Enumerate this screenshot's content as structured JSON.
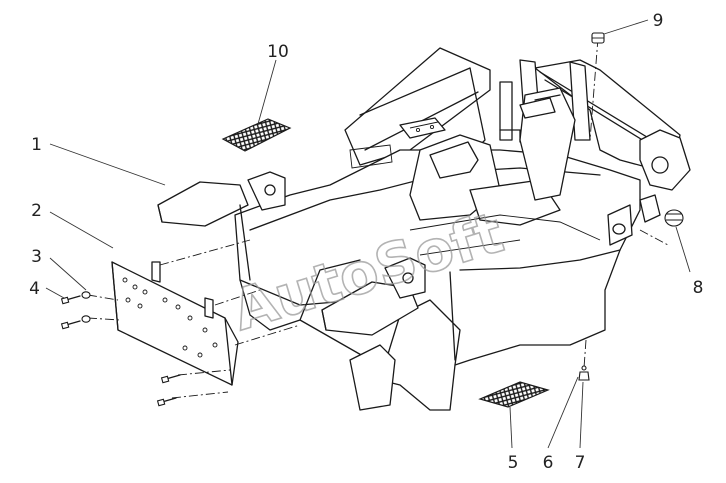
{
  "callouts": [
    {
      "id": "1",
      "label": "1"
    },
    {
      "id": "2",
      "label": "2"
    },
    {
      "id": "3",
      "label": "3"
    },
    {
      "id": "4",
      "label": "4"
    },
    {
      "id": "5",
      "label": "5"
    },
    {
      "id": "6",
      "label": "6"
    },
    {
      "id": "7",
      "label": "7"
    },
    {
      "id": "8",
      "label": "8"
    },
    {
      "id": "9",
      "label": "9"
    },
    {
      "id": "10",
      "label": "10"
    }
  ],
  "watermark": "AutoSoft"
}
